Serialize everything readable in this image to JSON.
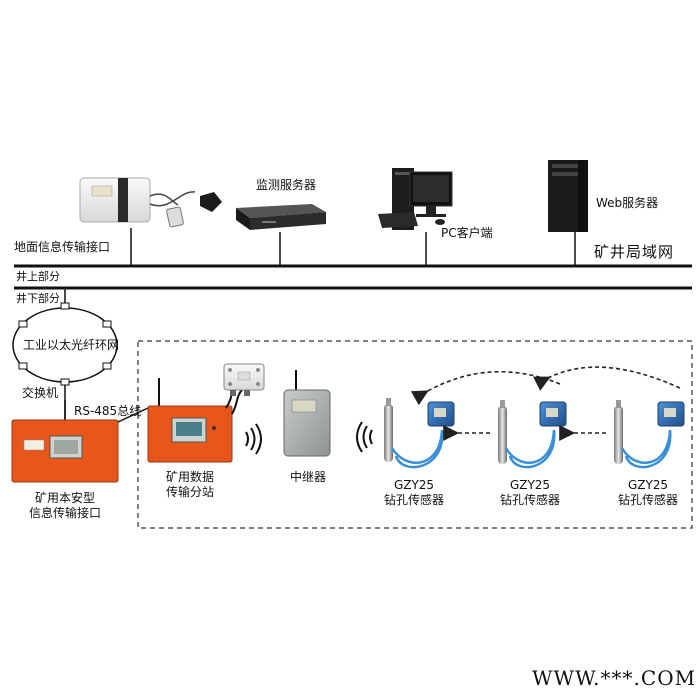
{
  "surface": {
    "interface_label": "地面信息传输接口",
    "monitor_server_label": "监测服务器",
    "pc_client_label": "PC客户端",
    "web_server_label": "Web服务器",
    "mine_lan_label": "矿井局域网",
    "aboveground_label": "井上部分",
    "underground_label": "井下部分"
  },
  "underground": {
    "ring_network_label": "工业以太光纤环网",
    "switch_label": "交换机",
    "rs485_label": "RS-485总线",
    "interface_label_line1": "矿用本安型",
    "interface_label_line2": "信息传输接口",
    "substation_label_line1": "矿用数据",
    "substation_label_line2": "传输分站",
    "repeater_label": "中继器",
    "sensors": [
      {
        "model": "GZY25",
        "name": "钻孔传感器"
      },
      {
        "model": "GZY25",
        "name": "钻孔传感器"
      },
      {
        "model": "GZY25",
        "name": "钻孔传感器"
      }
    ]
  },
  "watermark": "WWW.***.COM",
  "colors": {
    "device_orange": "#e8561c",
    "sensor_blue": "#2f6fb5",
    "cable_blue": "#3a8fd6",
    "line": "#111111",
    "dashed_border": "#333333"
  }
}
